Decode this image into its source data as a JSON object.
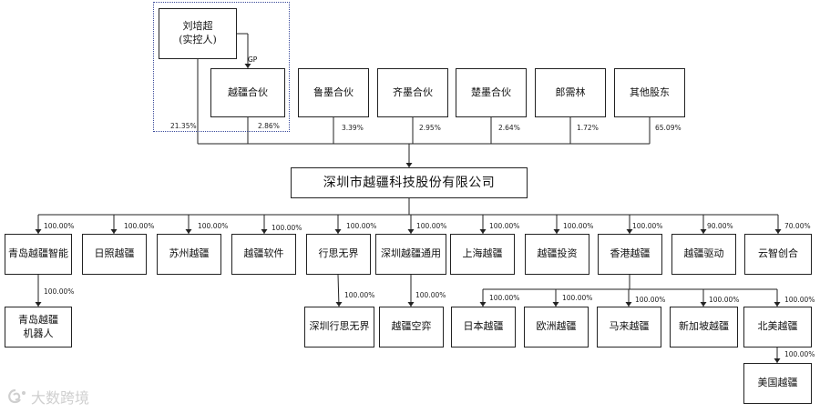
{
  "controller": {
    "name": "刘培超\n(实控人)",
    "gp_label": "GP",
    "direct_pct": "21.35%"
  },
  "yuejiang_partnership": {
    "name": "越疆合伙",
    "pct": "2.86%"
  },
  "shareholders": [
    {
      "name": "鲁墨合伙",
      "pct": "3.39%"
    },
    {
      "name": "齐墨合伙",
      "pct": "2.95%"
    },
    {
      "name": "楚墨合伙",
      "pct": "2.64%"
    },
    {
      "name": "郎需林",
      "pct": "1.72%"
    },
    {
      "name": "其他股东",
      "pct": "65.09%"
    }
  ],
  "company": {
    "name": "深圳市越疆科技股份有限公司"
  },
  "subsidiaries": [
    {
      "name": "青岛越疆智能",
      "pct": "100.00%"
    },
    {
      "name": "日照越疆",
      "pct": "100.00%"
    },
    {
      "name": "苏州越疆",
      "pct": "100.00%"
    },
    {
      "name": "越疆软件",
      "pct": "100.00%"
    },
    {
      "name": "行思无界",
      "pct": "100.00%"
    },
    {
      "name": "深圳越疆通用",
      "pct": "100.00%"
    },
    {
      "name": "上海越疆",
      "pct": "100.00%"
    },
    {
      "name": "越疆投资",
      "pct": "100.00%"
    },
    {
      "name": "香港越疆",
      "pct": "100.00%"
    },
    {
      "name": "越疆驱动",
      "pct": "90.00%"
    },
    {
      "name": "云智创合",
      "pct": "70.00%"
    }
  ],
  "sub_subsidiaries": [
    {
      "name": "青岛越疆\n机器人",
      "pct": "100.00%"
    },
    {
      "name": "深圳行思无界",
      "pct": "100.00%"
    },
    {
      "name": "越疆空弈",
      "pct": "100.00%"
    }
  ],
  "hk_subsidiaries": [
    {
      "name": "日本越疆",
      "pct": "100.00%"
    },
    {
      "name": "欧洲越疆",
      "pct": "100.00%"
    },
    {
      "name": "马来越疆",
      "pct": "100.00%"
    },
    {
      "name": "新加坡越疆",
      "pct": "100.00%"
    },
    {
      "name": "北美越疆",
      "pct": "100.00%"
    }
  ],
  "us_subsidiary": {
    "name": "美国越疆",
    "pct": "100.00%"
  },
  "watermark": "大数跨境",
  "colors": {
    "line": "#222222",
    "group_border": "#3a4a9a",
    "watermark": "#cfcfcf"
  }
}
